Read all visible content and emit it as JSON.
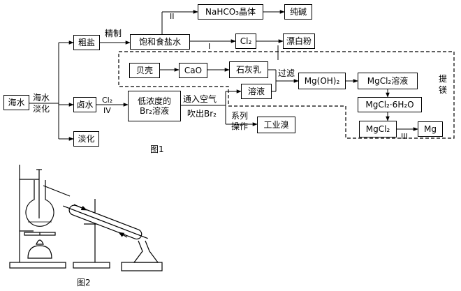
{
  "figure1": {
    "caption": "图1",
    "boxes": {
      "seawater": "海水",
      "crude_salt": "粗盐",
      "brine": "卤水",
      "fresh_water": "淡化",
      "saturated_brine": "饱和食盐水",
      "nahco3": "NaHCO₃晶体",
      "soda_ash": "纯碱",
      "cl2": "Cl₂",
      "bleaching_powder": "漂白粉",
      "shell": "贝壳",
      "cao": "CaO",
      "milk_of_lime": "石灰乳",
      "mgoh2": "Mg(OH)₂",
      "mgcl2_solution": "MgCl₂溶液",
      "mgcl2_hydrate": "MgCl₂·6H₂O",
      "mgcl2": "MgCl₂",
      "mg": "Mg",
      "solution": "溶液",
      "low_br2_line1": "低浓度的",
      "low_br2_line2": "Br₂溶液",
      "industrial_bromine": "工业溴"
    },
    "labels": {
      "seawater_desalination_1": "海水",
      "seawater_desalination_2": "淡化",
      "refine": "精制",
      "step_2": "II",
      "step_1": "I",
      "step_3": "III",
      "step_4": "IV",
      "cl2_reagent": "Cl₂",
      "filter": "过滤",
      "blow_air": "通入空气",
      "blow_br2": "吹出Br₂",
      "series_ops_1": "系列",
      "series_ops_2": "操作",
      "extract_mg_1": "提",
      "extract_mg_2": "镁"
    }
  },
  "figure2": {
    "caption": "图2"
  }
}
